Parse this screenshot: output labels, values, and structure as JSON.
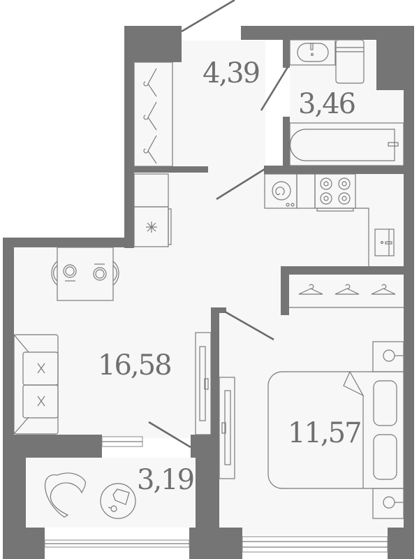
{
  "plan": {
    "title": "Apartment floor plan",
    "wall_color": "#757575",
    "floor_color": "#f7f7f7",
    "line_color": "#7a7a7a",
    "rooms": [
      {
        "id": "hallway",
        "area": "4,39"
      },
      {
        "id": "bathroom",
        "area": "3,46"
      },
      {
        "id": "living-kitchen",
        "area": "16,58"
      },
      {
        "id": "bedroom",
        "area": "11,57"
      },
      {
        "id": "balcony",
        "area": "3,19"
      }
    ],
    "icons": [
      "hanger-icon",
      "sink-icon",
      "toilet-icon",
      "bathtub-icon",
      "washing-machine-icon",
      "cooktop-icon",
      "fridge-icon",
      "dining-table-icon",
      "plate-icon",
      "sofa-icon",
      "tv-cabinet-icon",
      "bed-icon",
      "pillow-icon",
      "nightstand-icon",
      "lamp-icon",
      "armchair-icon",
      "coffee-table-icon",
      "window-icon",
      "door-icon"
    ]
  }
}
